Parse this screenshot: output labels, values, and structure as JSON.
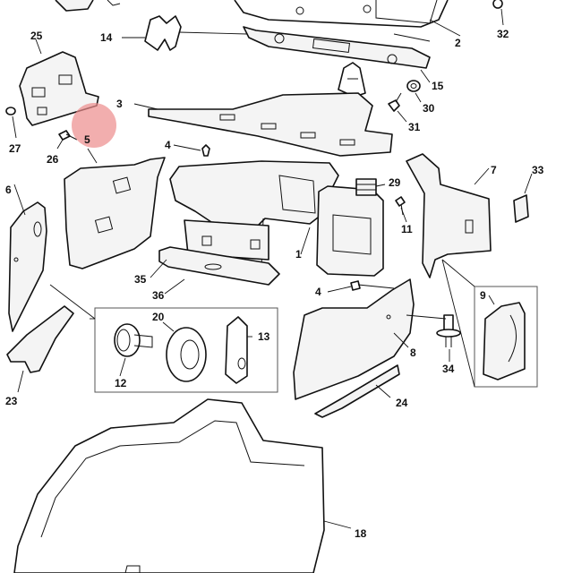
{
  "callouts": {
    "c1": "1",
    "c2": "2",
    "c3": "3",
    "c4a": "4",
    "c4b": "4",
    "c5": "5",
    "c6": "6",
    "c7": "7",
    "c8": "8",
    "c9": "9",
    "c11": "11",
    "c12": "12",
    "c13": "13",
    "c14": "14",
    "c15": "15",
    "c18": "18",
    "c20": "20",
    "c23": "23",
    "c24": "24",
    "c25": "25",
    "c26": "26",
    "c27": "27",
    "c29": "29",
    "c30": "30",
    "c31": "31",
    "c32": "32",
    "c33": "33",
    "c34": "34",
    "c35": "35",
    "c36": "36"
  },
  "colors": {
    "line": "#111111",
    "part_fill": "#f4f4f4",
    "highlight_marker": "#ec8c8c"
  }
}
